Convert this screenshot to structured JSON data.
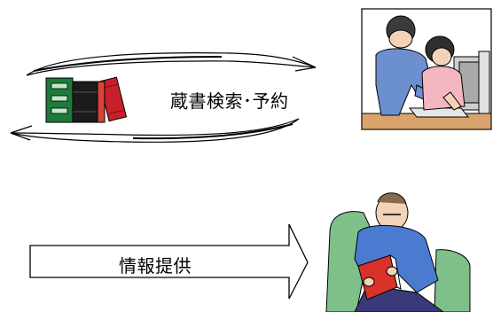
{
  "diagram": {
    "top_flow": {
      "label": "蔵書検索･予約",
      "left_graphic": "books-icon",
      "right_graphic": "computer-users-icon",
      "connector": "cycle-arrows"
    },
    "bottom_flow": {
      "label": "情報提供",
      "target_graphic": "reading-man-icon",
      "connector": "right-arrow"
    }
  },
  "colors": {
    "line": "#000000",
    "book_green": "#1f7a3a",
    "book_red": "#c8202a",
    "book_dark": "#1b1b1b",
    "shirt_blue": "#4a7bd0",
    "chair_green": "#7fc08a",
    "book_red_reader": "#d9322b",
    "skin": "#f3d3b8",
    "monitor_gray": "#cfcfcf"
  }
}
